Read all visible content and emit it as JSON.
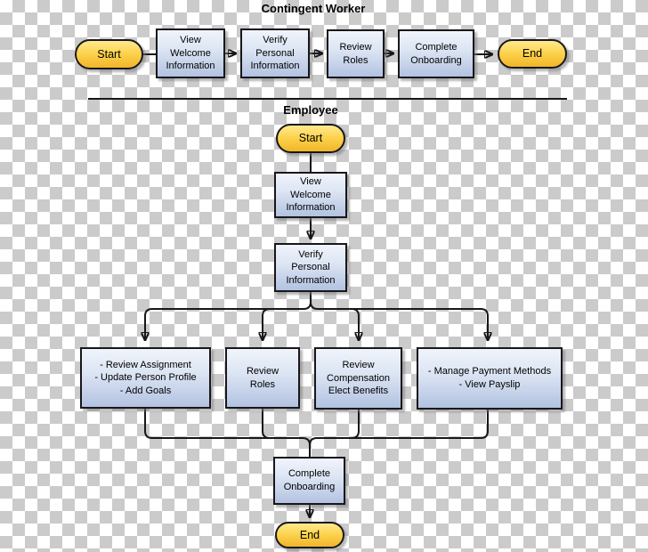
{
  "lanes": [
    {
      "title": "Contingent Worker",
      "start": "Start",
      "view_welcome": "View\nWelcome\nInformation",
      "verify_personal": "Verify\nPersonal\nInformation",
      "review_roles": "Review\nRoles",
      "complete_onboarding": "Complete\nOnboarding",
      "end": "End"
    },
    {
      "title": "Employee",
      "start": "Start",
      "view_welcome": "View\nWelcome\nInformation",
      "verify_personal": "Verify\nPersonal\nInformation",
      "review_assignment": "- Review Assignment\n- Update Person Profile\n- Add Goals",
      "review_roles": "Review\nRoles",
      "review_compensation": "Review\nCompensation\nElect Benefits",
      "manage_payment": "- Manage Payment Methods\n- View Payslip",
      "complete_onboarding": "Complete\nOnboarding",
      "end": "End"
    }
  ],
  "colors": {
    "process_fill_top": "#f0f4fb",
    "process_fill_bottom": "#b2c2e0",
    "terminator_fill_top": "#ffe98e",
    "terminator_fill_bottom": "#f1b52a",
    "node_border": "#17171c",
    "connector": "#17171c",
    "lane_title": "#000000",
    "checker_gray": "#cbcbcb"
  }
}
